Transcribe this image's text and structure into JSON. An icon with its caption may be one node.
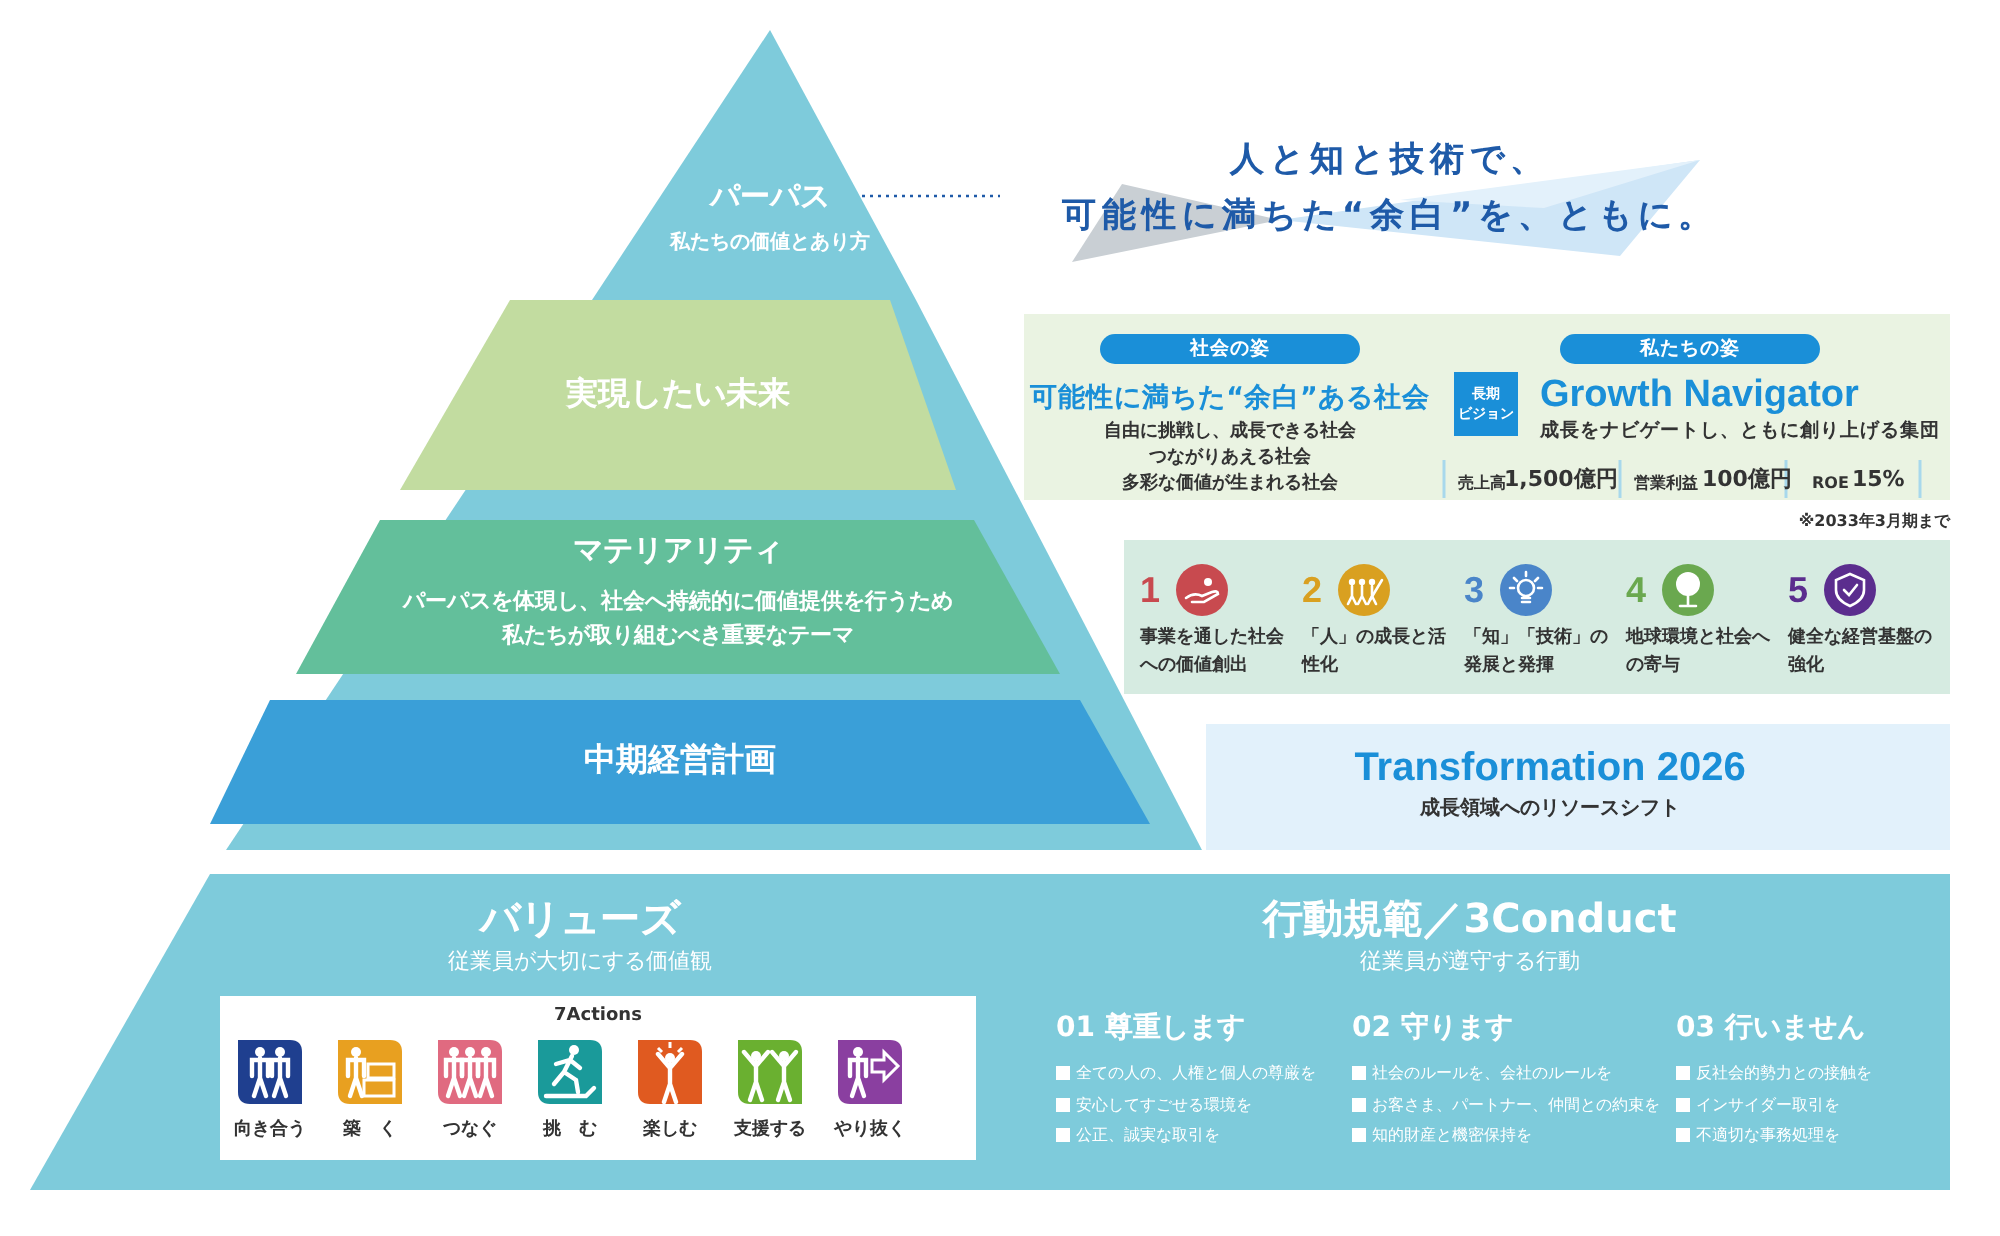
{
  "diagram": {
    "nodes": [
      {
        "text": [
          "パーパス",
          "私たちの価値とあり方"
        ]
      },
      {
        "text": [
          "人と知と技術で、可能性に満ちた“余白”を、ともに。"
        ]
      },
      {
        "text": [
          "実現したい未来"
        ]
      },
      {
        "text": [
          "可能性に満ちた“余白”ある社会",
          "自由に挑戦し、成長できる社会",
          "つながりあえる社会",
          "多彩な価値が生まれる社会",
          "Growth Navigator",
          "成長をナビゲートし、ともに創り上げる集団"
        ],
        "beside": [
          "※2033年3月期まで"
        ]
      },
      {
        "text": [
          "社会の姿"
        ],
        "in": 3
      },
      {
        "text": [
          "私たちの姿"
        ],
        "in": 3
      },
      {
        "text": [
          "長期ビジョン"
        ],
        "in": 3
      },
      {
        "text": [
          "マテリアリティ",
          "パーパスを体現し、社会へ持続的に価値提供を行うため私たちが取り組むべき重要なテーマ"
        ]
      },
      {
        "text": [
          "1",
          "事業を通した社会への価値創出",
          "2",
          "「人」の成長と活性化",
          "3",
          "「知」「技術」の発展と発揮",
          "4",
          "地球環境と社会への寄与",
          "5",
          "健全な経営基盤の強化"
        ]
      },
      {
        "text": [
          "中期経営計画"
        ]
      },
      {
        "text": [
          "Transformation 2026",
          "成長領域へのリソースシフト"
        ]
      },
      {
        "text": [
          "バリューズ",
          "従業員が大切にする価値観",
          "行動規範／3Conduct",
          "従業員が遵守する行動"
        ]
      },
      {
        "text": [
          "7Actions",
          "向き合う",
          "築　く",
          "つなぐ",
          "挑　む",
          "楽しむ",
          "支援する",
          "やり抜く"
        ],
        "in": 11
      }
    ],
    "edges": [
      {
        "from": 0,
        "to": 1,
        "arrow": "none",
        "style": "dashed"
      }
    ],
    "labels": [
      "売上高",
      "1,500億円",
      "営業利益",
      "100億円",
      "ROE",
      "15%",
      "01 尊重します",
      "全ての人の、人権と個人の尊厳を",
      "安心してすごせる環境を",
      "公正、誠実な取引を",
      "02 守ります",
      "社会のルールを、会社のルールを",
      "お客さま、パートナー、仲間との約束を",
      "知的財産と機密保持を",
      "03 行いません",
      "反社会的勢力との接触を",
      "インサイダー取引を",
      "不適切な事務処理を"
    ]
  }
}
